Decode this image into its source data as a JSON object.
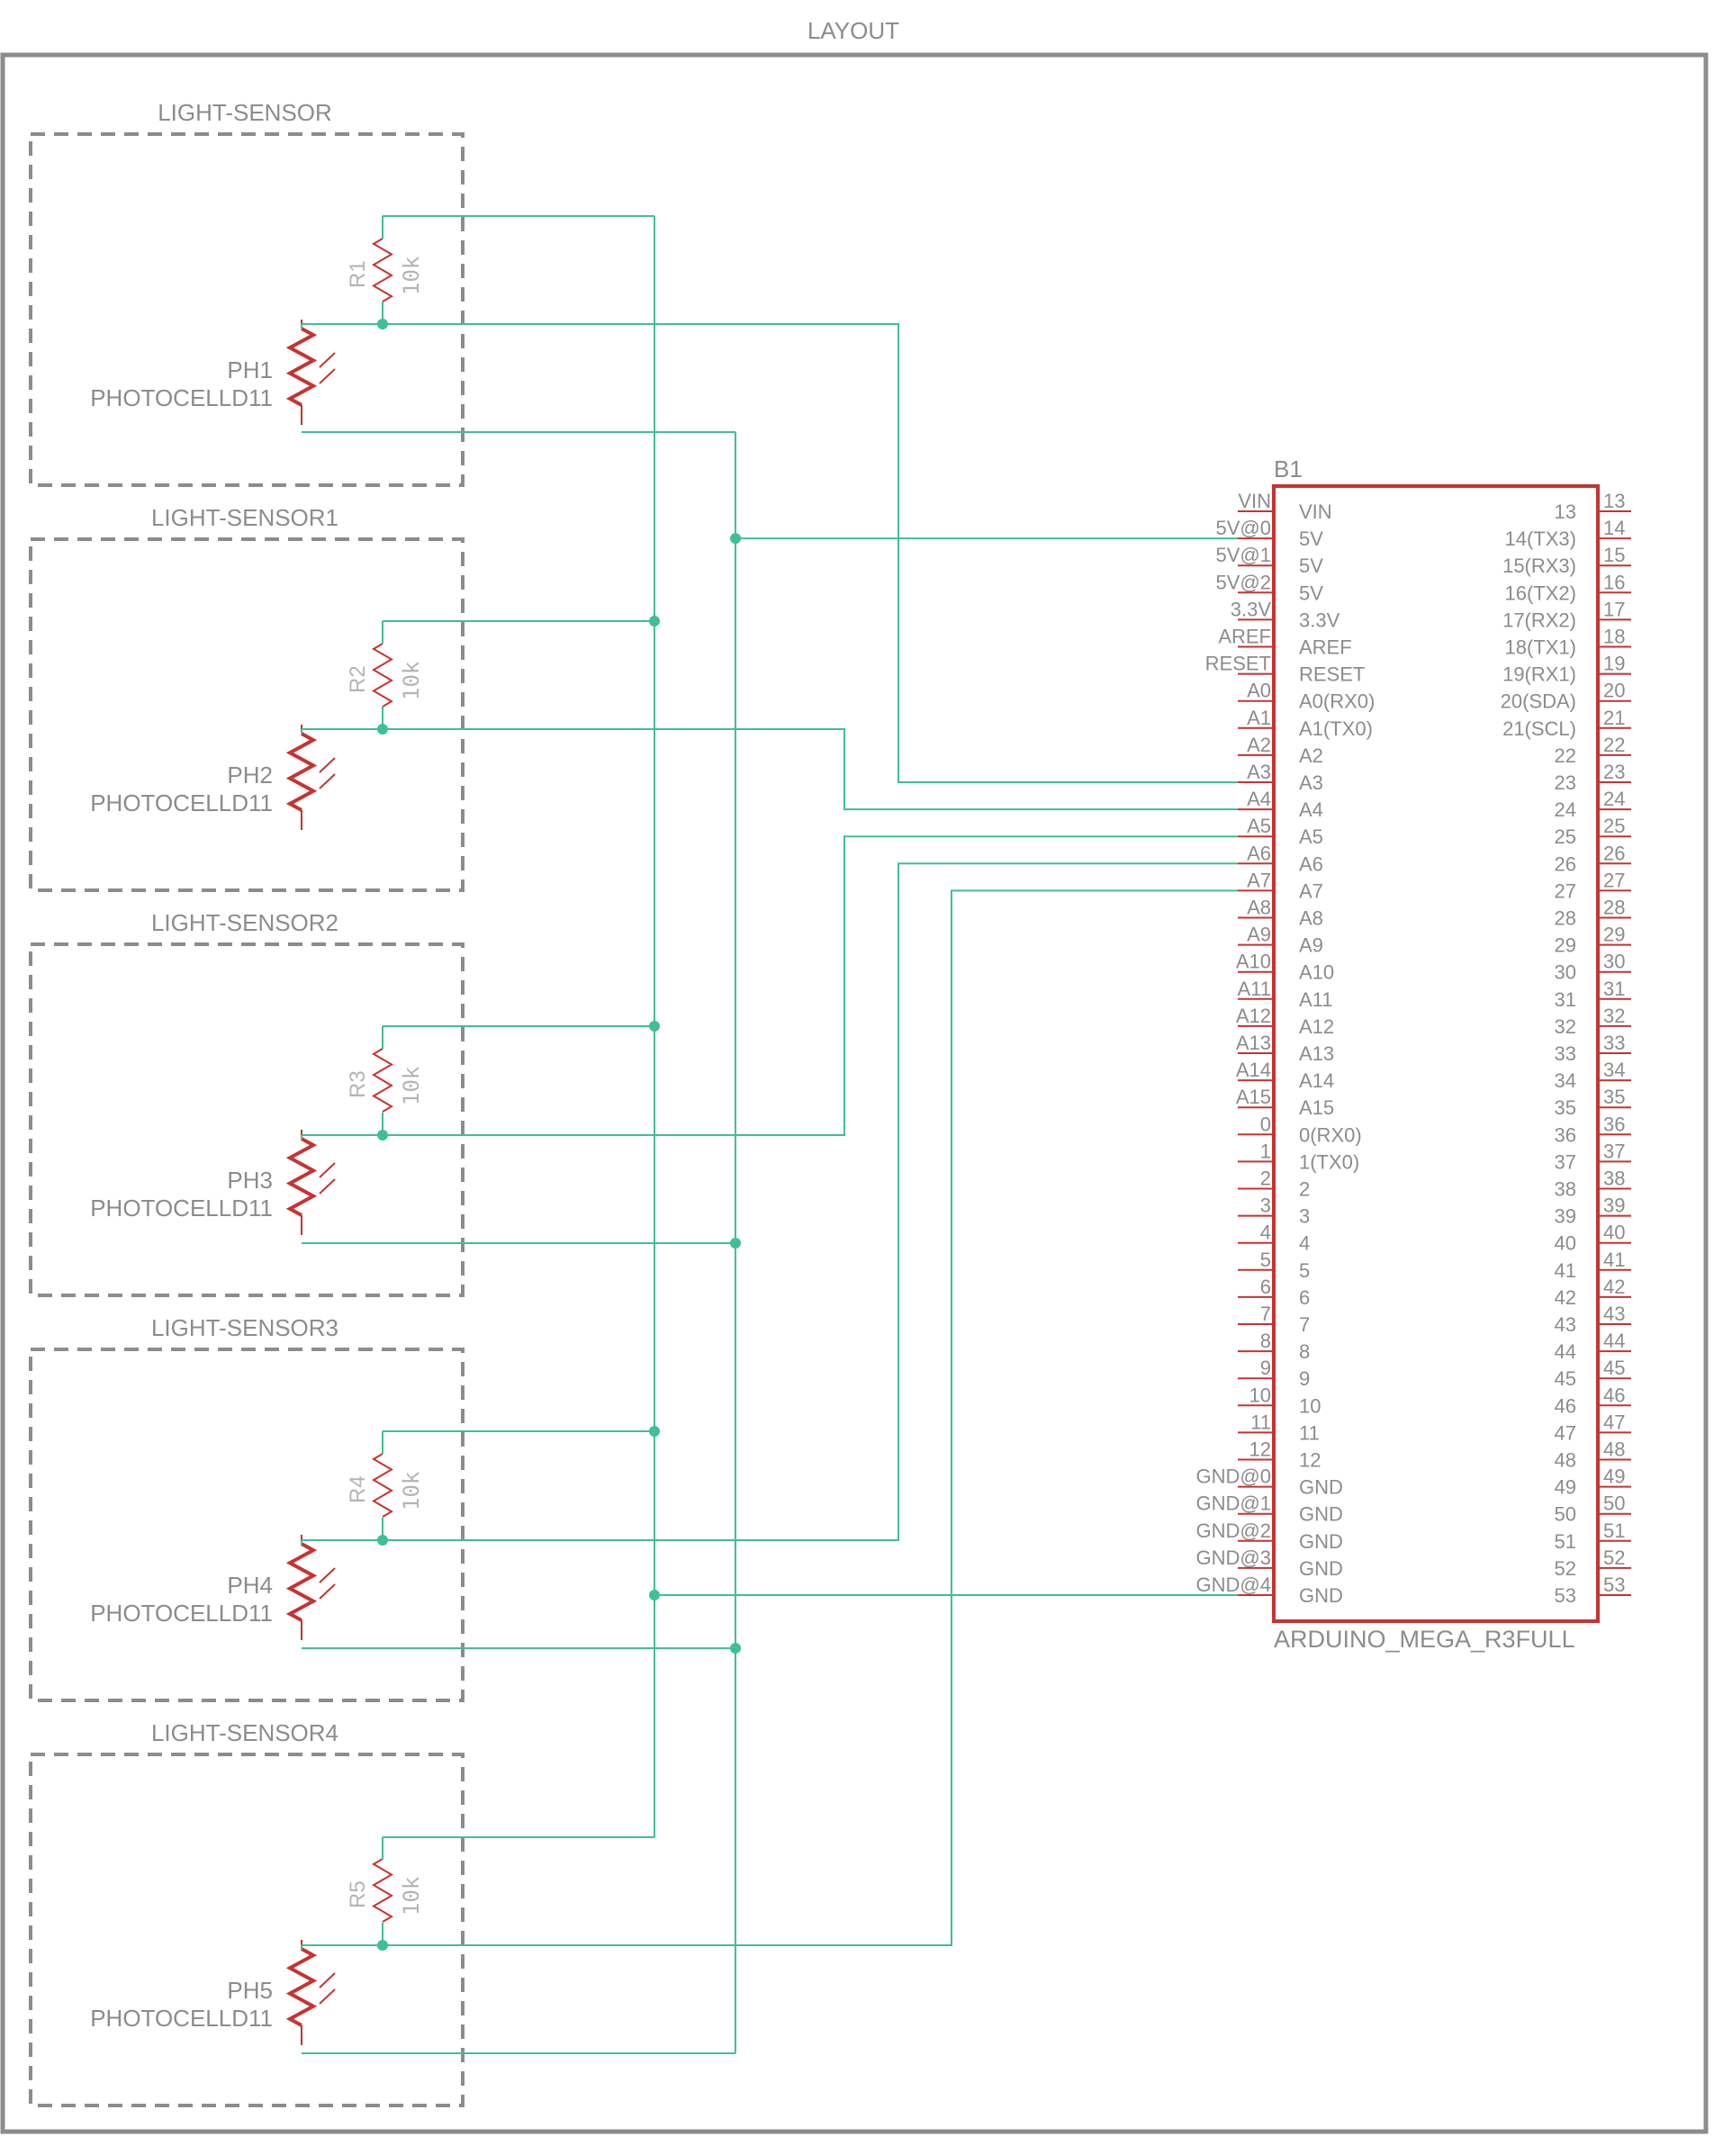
{
  "frame": {
    "title": "LAYOUT"
  },
  "sensors": [
    {
      "group": "LIGHT-SENSOR",
      "resistor": "R1",
      "resistor_value": "10k",
      "photocell": "PH1",
      "photocell_model": "PHOTOCELLD11"
    },
    {
      "group": "LIGHT-SENSOR1",
      "resistor": "R2",
      "resistor_value": "10k",
      "photocell": "PH2",
      "photocell_model": "PHOTOCELLD11"
    },
    {
      "group": "LIGHT-SENSOR2",
      "resistor": "R3",
      "resistor_value": "10k",
      "photocell": "PH3",
      "photocell_model": "PHOTOCELLD11"
    },
    {
      "group": "LIGHT-SENSOR3",
      "resistor": "R4",
      "resistor_value": "10k",
      "photocell": "PH4",
      "photocell_model": "PHOTOCELLD11"
    },
    {
      "group": "LIGHT-SENSOR4",
      "resistor": "R5",
      "resistor_value": "10k",
      "photocell": "PH5",
      "photocell_model": "PHOTOCELLD11"
    }
  ],
  "board": {
    "ref": "B1",
    "name": "ARDUINO_MEGA_R3FULL",
    "left_pins": [
      "VIN",
      "5V@0",
      "5V@1",
      "5V@2",
      "3.3V",
      "AREF",
      "RESET",
      "A0",
      "A1",
      "A2",
      "A3",
      "A4",
      "A5",
      "A6",
      "A7",
      "A8",
      "A9",
      "A10",
      "A11",
      "A12",
      "A13",
      "A14",
      "A15",
      "0",
      "1",
      "2",
      "3",
      "4",
      "5",
      "6",
      "7",
      "8",
      "9",
      "10",
      "11",
      "12",
      "GND@0",
      "GND@1",
      "GND@2",
      "GND@3",
      "GND@4"
    ],
    "left_labels": [
      "VIN",
      "5V",
      "5V",
      "5V",
      "3.3V",
      "AREF",
      "RESET",
      "A0(RX0)",
      "A1(TX0)",
      "A2",
      "A3",
      "A4",
      "A5",
      "A6",
      "A7",
      "A8",
      "A9",
      "A10",
      "A11",
      "A12",
      "A13",
      "A14",
      "A15",
      "0(RX0)",
      "1(TX0)",
      "2",
      "3",
      "4",
      "5",
      "6",
      "7",
      "8",
      "9",
      "10",
      "11",
      "12",
      "GND",
      "GND",
      "GND",
      "GND",
      "GND"
    ],
    "right_labels": [
      "13",
      "14(TX3)",
      "15(RX3)",
      "16(TX2)",
      "17(RX2)",
      "18(TX1)",
      "19(RX1)",
      "20(SDA)",
      "21(SCL)",
      "22",
      "23",
      "24",
      "25",
      "26",
      "27",
      "28",
      "29",
      "30",
      "31",
      "32",
      "33",
      "34",
      "35",
      "36",
      "37",
      "38",
      "39",
      "40",
      "41",
      "42",
      "43",
      "44",
      "45",
      "46",
      "47",
      "48",
      "49",
      "50",
      "51",
      "52",
      "53"
    ],
    "right_pins": [
      "13",
      "14",
      "15",
      "16",
      "17",
      "18",
      "19",
      "20",
      "21",
      "22",
      "23",
      "24",
      "25",
      "26",
      "27",
      "28",
      "29",
      "30",
      "31",
      "32",
      "33",
      "34",
      "35",
      "36",
      "37",
      "38",
      "39",
      "40",
      "41",
      "42",
      "43",
      "44",
      "45",
      "46",
      "47",
      "48",
      "49",
      "50",
      "51",
      "52",
      "53"
    ]
  },
  "colors": {
    "wire": "#3fbf94",
    "part": "#c83232",
    "frame": "#8c8c8c",
    "text": "#8c8c8c",
    "muted": "#b4b4b4"
  }
}
